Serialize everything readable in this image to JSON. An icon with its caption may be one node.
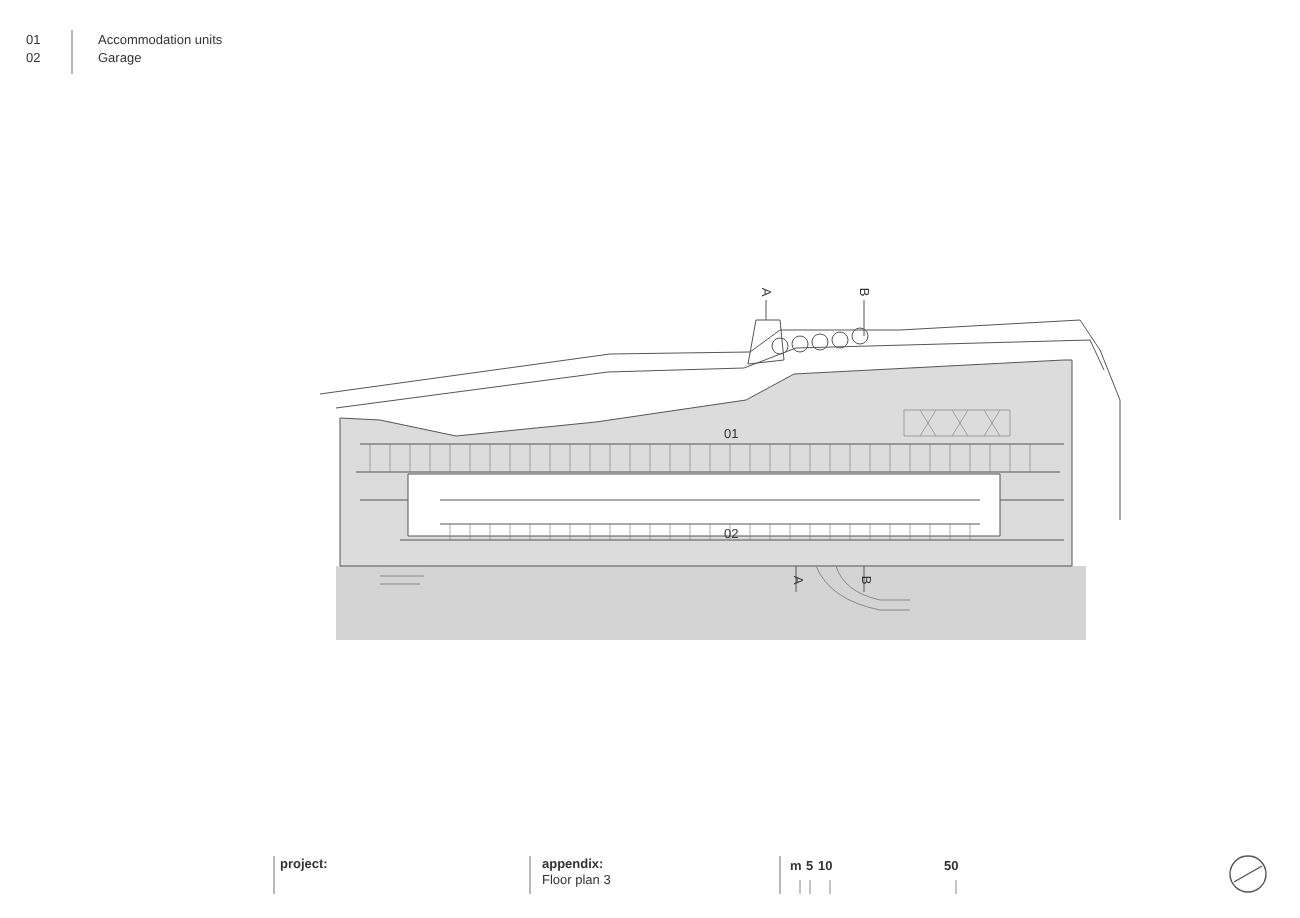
{
  "diagram": {
    "labels": [
      "01",
      "02",
      "Accommodation units",
      "Garage",
      "A",
      "B",
      "01",
      "02",
      "A",
      "B",
      "project:",
      "appendix:",
      "Floor plan 3",
      "m",
      "5",
      "10",
      "50"
    ]
  }
}
